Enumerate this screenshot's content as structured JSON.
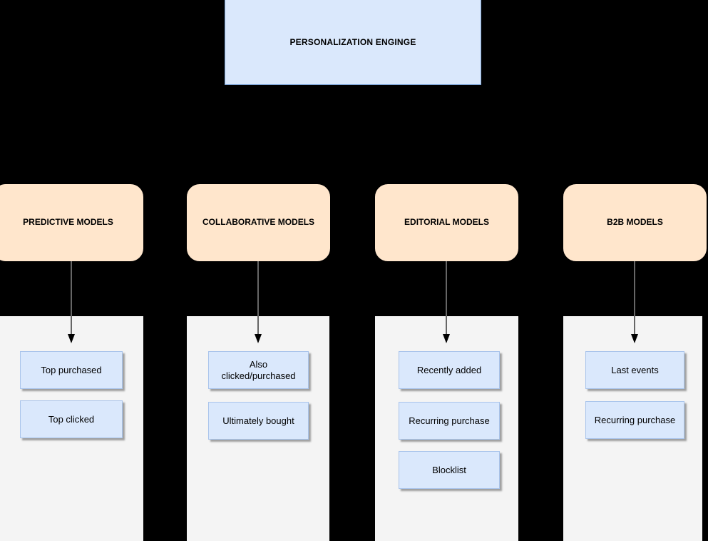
{
  "diagram": {
    "title_box": {
      "label": "PERSONALIZATION ENGINGE",
      "fill": "#dae8fc",
      "border": "#7ea6d9"
    },
    "model_fill": "#ffe6cc",
    "item_fill": "#dae8fc",
    "panel_fill": "#f4f4f4",
    "background": "#000000",
    "arrow_color": "#666666",
    "columns": [
      {
        "model": "PREDICTIVE MODELS",
        "items": [
          {
            "label": "Top purchased"
          },
          {
            "label": "Top clicked"
          }
        ]
      },
      {
        "model": "COLLABORATIVE MODELS",
        "items": [
          {
            "label": "Also clicked/purchased"
          },
          {
            "label": "Ultimately bought"
          }
        ]
      },
      {
        "model": "EDITORIAL MODELS",
        "items": [
          {
            "label": "Recently added"
          },
          {
            "label": "Recurring purchase"
          },
          {
            "label": "Blocklist"
          }
        ]
      },
      {
        "model": "B2B MODELS",
        "items": [
          {
            "label": "Last events"
          },
          {
            "label": "Recurring purchase"
          }
        ]
      }
    ]
  }
}
